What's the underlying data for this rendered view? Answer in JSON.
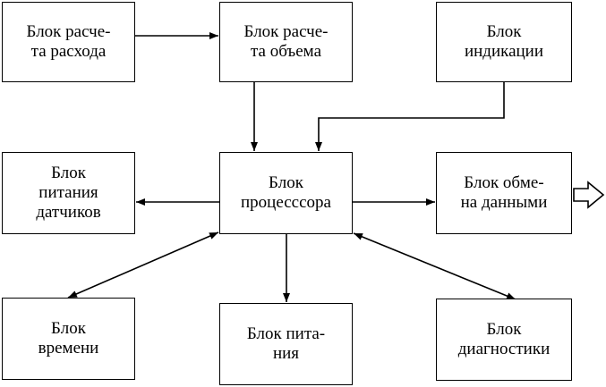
{
  "diagram": {
    "blocks": {
      "flow_calc": "Блок расче-\nта расхода",
      "volume_calc": "Блок расче-\nта объема",
      "indication": "Блок\nиндикации",
      "sensor_power": "Блок\nпитания\nдатчиков",
      "processor": "Блок\nпроцесссора",
      "data_exchange": "Блок обме-\nна данными",
      "time": "Блок\nвремени",
      "power": "Блок пита-\nния",
      "diagnostics": "Блок\nдиагностики"
    },
    "connections": [
      {
        "from": "flow_calc",
        "to": "volume_calc",
        "direction": "one-way"
      },
      {
        "from": "volume_calc",
        "to": "processor",
        "direction": "one-way"
      },
      {
        "from": "indication",
        "to": "processor",
        "direction": "one-way"
      },
      {
        "from": "processor",
        "to": "sensor_power",
        "direction": "one-way"
      },
      {
        "from": "processor",
        "to": "data_exchange",
        "direction": "one-way"
      },
      {
        "from": "processor",
        "to": "power",
        "direction": "one-way"
      },
      {
        "from": "processor",
        "to": "time",
        "direction": "two-way"
      },
      {
        "from": "processor",
        "to": "diagnostics",
        "direction": "two-way"
      },
      {
        "from": "data_exchange",
        "to": "external",
        "direction": "one-way",
        "style": "hollow-arrow"
      }
    ]
  }
}
